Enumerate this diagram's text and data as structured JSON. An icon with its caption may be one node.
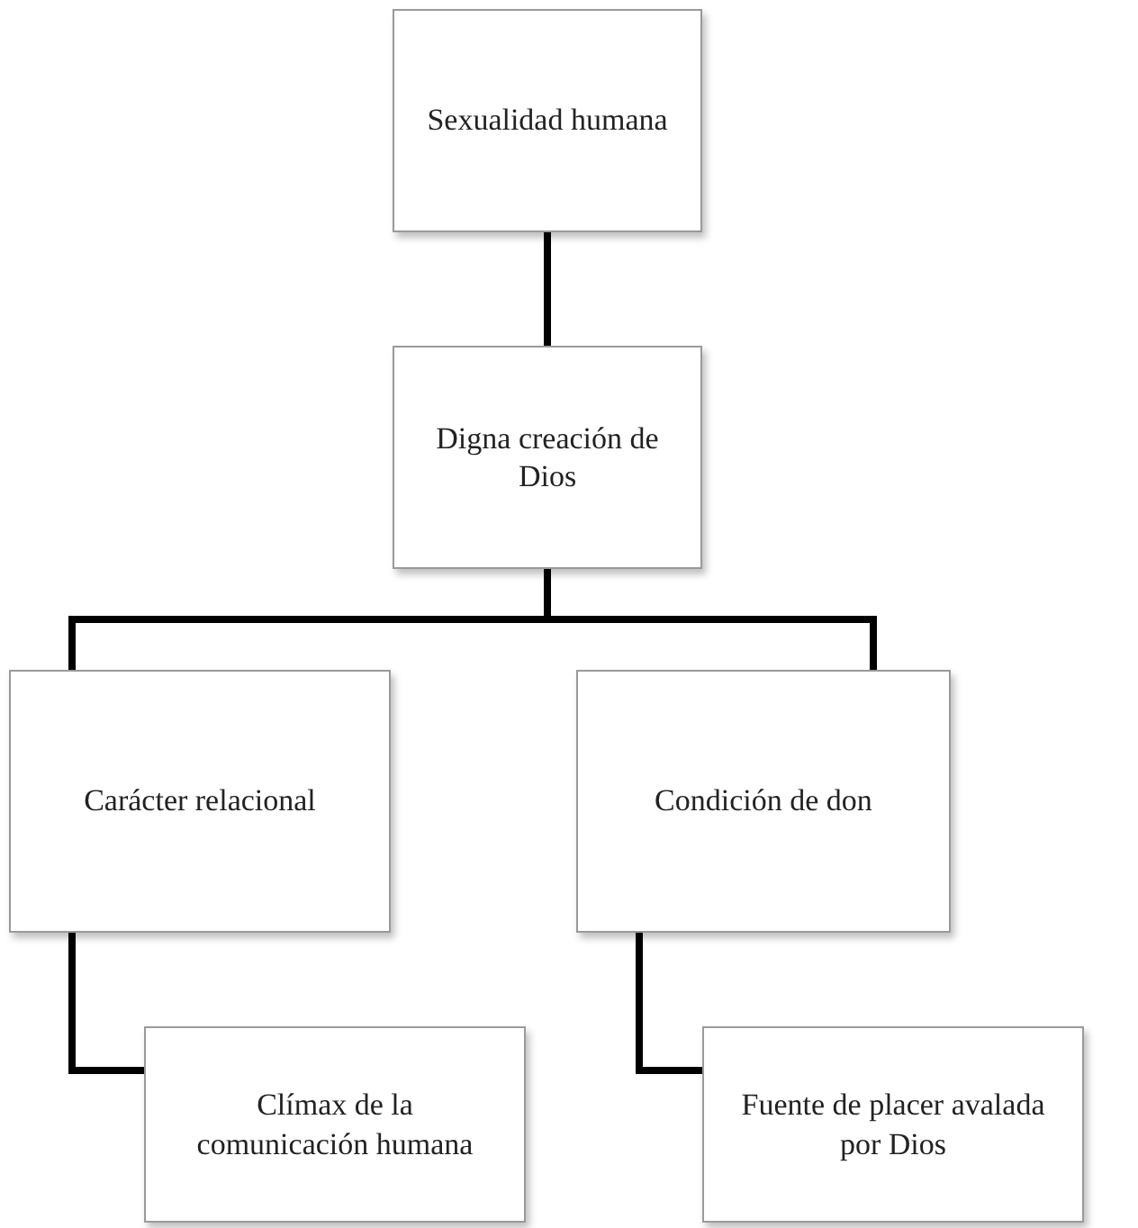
{
  "diagram": {
    "nodes": [
      {
        "text": [
          "Sexualidad humana"
        ]
      },
      {
        "text": [
          "Digna creación de Dios"
        ]
      },
      {
        "text": [
          "Carácter relacional"
        ]
      },
      {
        "text": [
          "Condición de don"
        ]
      },
      {
        "text": [
          "Clímax de la comunicación humana"
        ]
      },
      {
        "text": [
          "Fuente de placer avalada por Dios"
        ]
      }
    ],
    "edges": [
      {
        "from": 0,
        "to": 1,
        "arrow": "none"
      },
      {
        "from": 1,
        "to": 2,
        "arrow": "none"
      },
      {
        "from": 1,
        "to": 3,
        "arrow": "none"
      },
      {
        "from": 2,
        "to": 4,
        "arrow": "none"
      },
      {
        "from": 3,
        "to": 5,
        "arrow": "none"
      }
    ]
  }
}
